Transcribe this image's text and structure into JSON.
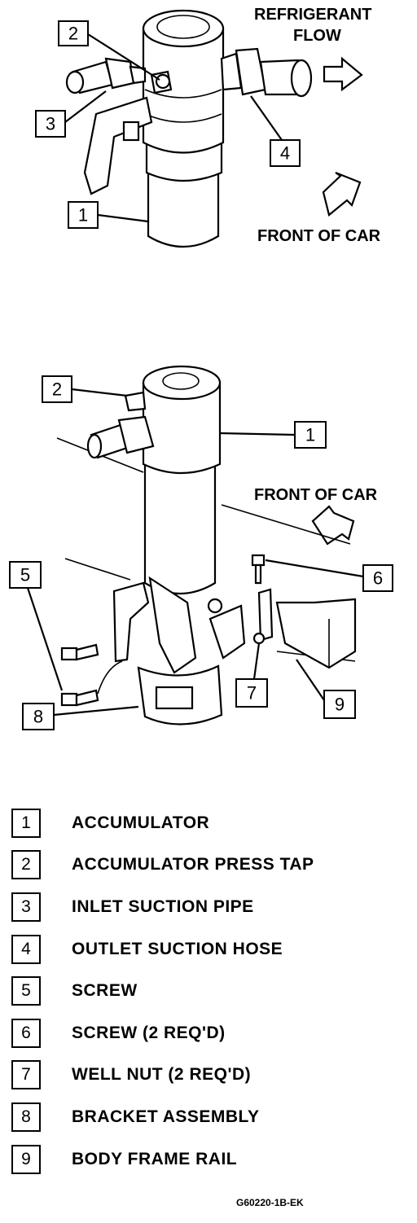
{
  "annotations": {
    "refrigerant_flow_line1": "REFRIGERANT",
    "refrigerant_flow_line2": "FLOW",
    "front_of_car_top": "FRONT OF CAR",
    "front_of_car_bottom": "FRONT OF CAR"
  },
  "callouts": {
    "top": [
      "2",
      "3",
      "4",
      "1"
    ],
    "bottom": [
      "2",
      "1",
      "6",
      "5",
      "8",
      "7",
      "9"
    ]
  },
  "legend": [
    {
      "num": "1",
      "label": "ACCUMULATOR"
    },
    {
      "num": "2",
      "label": "ACCUMULATOR PRESS TAP"
    },
    {
      "num": "3",
      "label": "INLET SUCTION PIPE"
    },
    {
      "num": "4",
      "label": "OUTLET SUCTION HOSE"
    },
    {
      "num": "5",
      "label": "SCREW"
    },
    {
      "num": "6",
      "label": "SCREW (2 REQ'D)"
    },
    {
      "num": "7",
      "label": "WELL NUT (2 REQ'D)"
    },
    {
      "num": "8",
      "label": "BRACKET ASSEMBLY"
    },
    {
      "num": "9",
      "label": "BODY FRAME RAIL"
    }
  ],
  "figure_code": "G60220-1B-EK"
}
